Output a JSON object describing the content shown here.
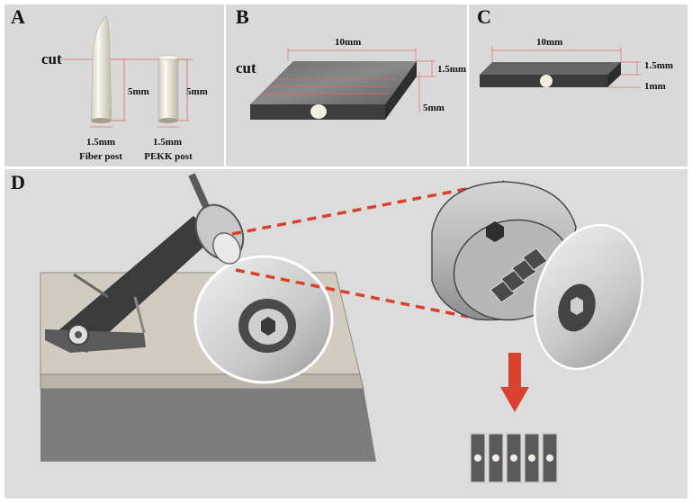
{
  "panels": {
    "a": {
      "label": "A",
      "cut_label": "cut",
      "fiber_height": "5mm",
      "pekk_height": "5mm",
      "fiber_diameter": "1.5mm",
      "pekk_diameter": "1.5mm",
      "fiber_caption": "Fiber post",
      "pekk_caption": "PEKK post"
    },
    "b": {
      "label": "B",
      "cut_label": "cut",
      "width": "10mm",
      "thickness": "1.5mm",
      "depth": "5mm"
    },
    "c": {
      "label": "C",
      "width": "10mm",
      "thickness": "1.5mm",
      "height": "1mm"
    },
    "d": {
      "label": "D"
    }
  },
  "colors": {
    "panel_background": "#d9d9d9",
    "guide_line": "#e26a6a",
    "dashed_zoom": "#d9412f",
    "arrow": "#d9412f",
    "specimen_dark": "#4a4a4a"
  }
}
